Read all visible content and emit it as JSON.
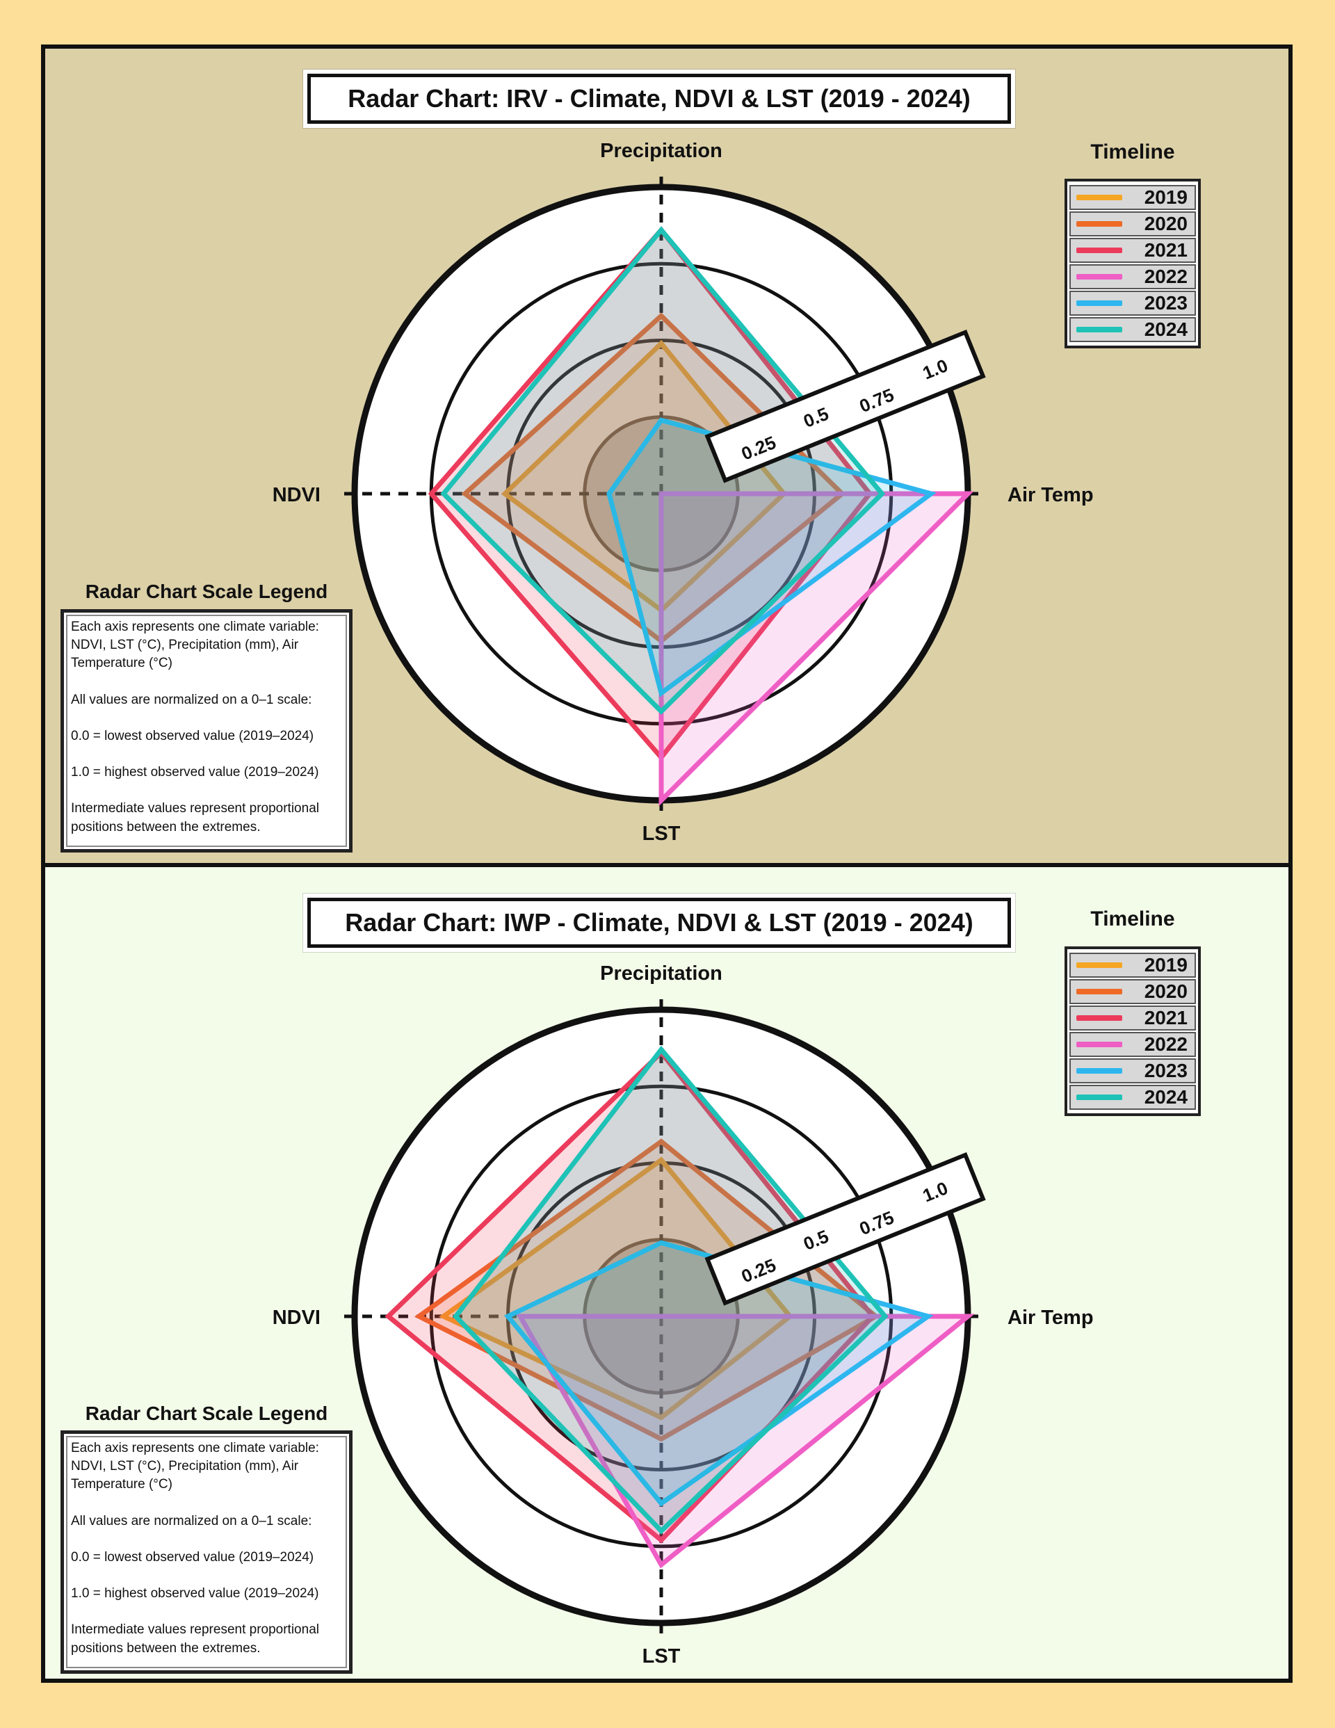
{
  "chart_data": [
    {
      "type": "radar",
      "title": "Radar Chart: IRV - Climate, NDVI & LST (2019 - 2024)",
      "axes": [
        "Precipitation",
        "Air Temp",
        "LST",
        "NDVI"
      ],
      "rlim": [
        0,
        1
      ],
      "ring_labels": [
        "0.25",
        "0.5",
        "0.75",
        "1.0"
      ],
      "legend_title": "Timeline",
      "legend_placement": "top-right",
      "series": [
        {
          "name": "2019",
          "color": "#f5a623",
          "values": [
            0.49,
            0.4,
            0.38,
            0.51
          ]
        },
        {
          "name": "2020",
          "color": "#ee6a26",
          "values": [
            0.58,
            0.59,
            0.48,
            0.64
          ]
        },
        {
          "name": "2021",
          "color": "#ec3b5b",
          "values": [
            0.86,
            0.68,
            0.86,
            0.75
          ]
        },
        {
          "name": "2022",
          "color": "#ef5ec5",
          "values": [
            0.0,
            1.0,
            1.0,
            0.0
          ]
        },
        {
          "name": "2023",
          "color": "#2eb6ef",
          "values": [
            0.24,
            0.88,
            0.65,
            0.17
          ]
        },
        {
          "name": "2024",
          "color": "#1ec2b6",
          "values": [
            0.86,
            0.72,
            0.71,
            0.71
          ]
        }
      ],
      "scale_legend": {
        "title": "Radar Chart Scale Legend",
        "lines": [
          "Each axis represents one climate variable: NDVI, LST (°C), Precipitation (mm), Air Temperature (°C)",
          "All values are normalized on a 0–1 scale:",
          "0.0 = lowest observed value (2019–2024)",
          "1.0 = highest observed value (2019–2024)",
          "Intermediate values represent proportional positions between the extremes."
        ]
      }
    },
    {
      "type": "radar",
      "title": "Radar Chart: IWP - Climate, NDVI & LST (2019 - 2024)",
      "axes": [
        "Precipitation",
        "Air Temp",
        "LST",
        "NDVI"
      ],
      "rlim": [
        0,
        1
      ],
      "ring_labels": [
        "0.25",
        "0.5",
        "0.75",
        "1.0"
      ],
      "legend_title": "Timeline",
      "legend_placement": "top-right",
      "series": [
        {
          "name": "2019",
          "color": "#f5a623",
          "values": [
            0.51,
            0.42,
            0.33,
            0.71
          ]
        },
        {
          "name": "2020",
          "color": "#ee6a26",
          "values": [
            0.57,
            0.7,
            0.4,
            0.79
          ]
        },
        {
          "name": "2021",
          "color": "#ec3b5b",
          "values": [
            0.86,
            0.69,
            0.73,
            0.89
          ]
        },
        {
          "name": "2022",
          "color": "#ef5ec5",
          "values": [
            0.0,
            1.0,
            0.81,
            0.46
          ]
        },
        {
          "name": "2023",
          "color": "#2eb6ef",
          "values": [
            0.24,
            0.87,
            0.61,
            0.5
          ]
        },
        {
          "name": "2024",
          "color": "#1ec2b6",
          "values": [
            0.87,
            0.73,
            0.7,
            0.67
          ]
        }
      ],
      "scale_legend": {
        "title": "Radar Chart Scale Legend",
        "lines": [
          "Each axis represents one climate variable: NDVI, LST (°C), Precipitation (mm), Air Temperature (°C)",
          "All values are normalized on a 0–1 scale:",
          "0.0 = lowest observed value (2019–2024)",
          "1.0 = highest observed value (2019–2024)",
          "Intermediate values represent proportional positions between the extremes."
        ]
      }
    }
  ]
}
